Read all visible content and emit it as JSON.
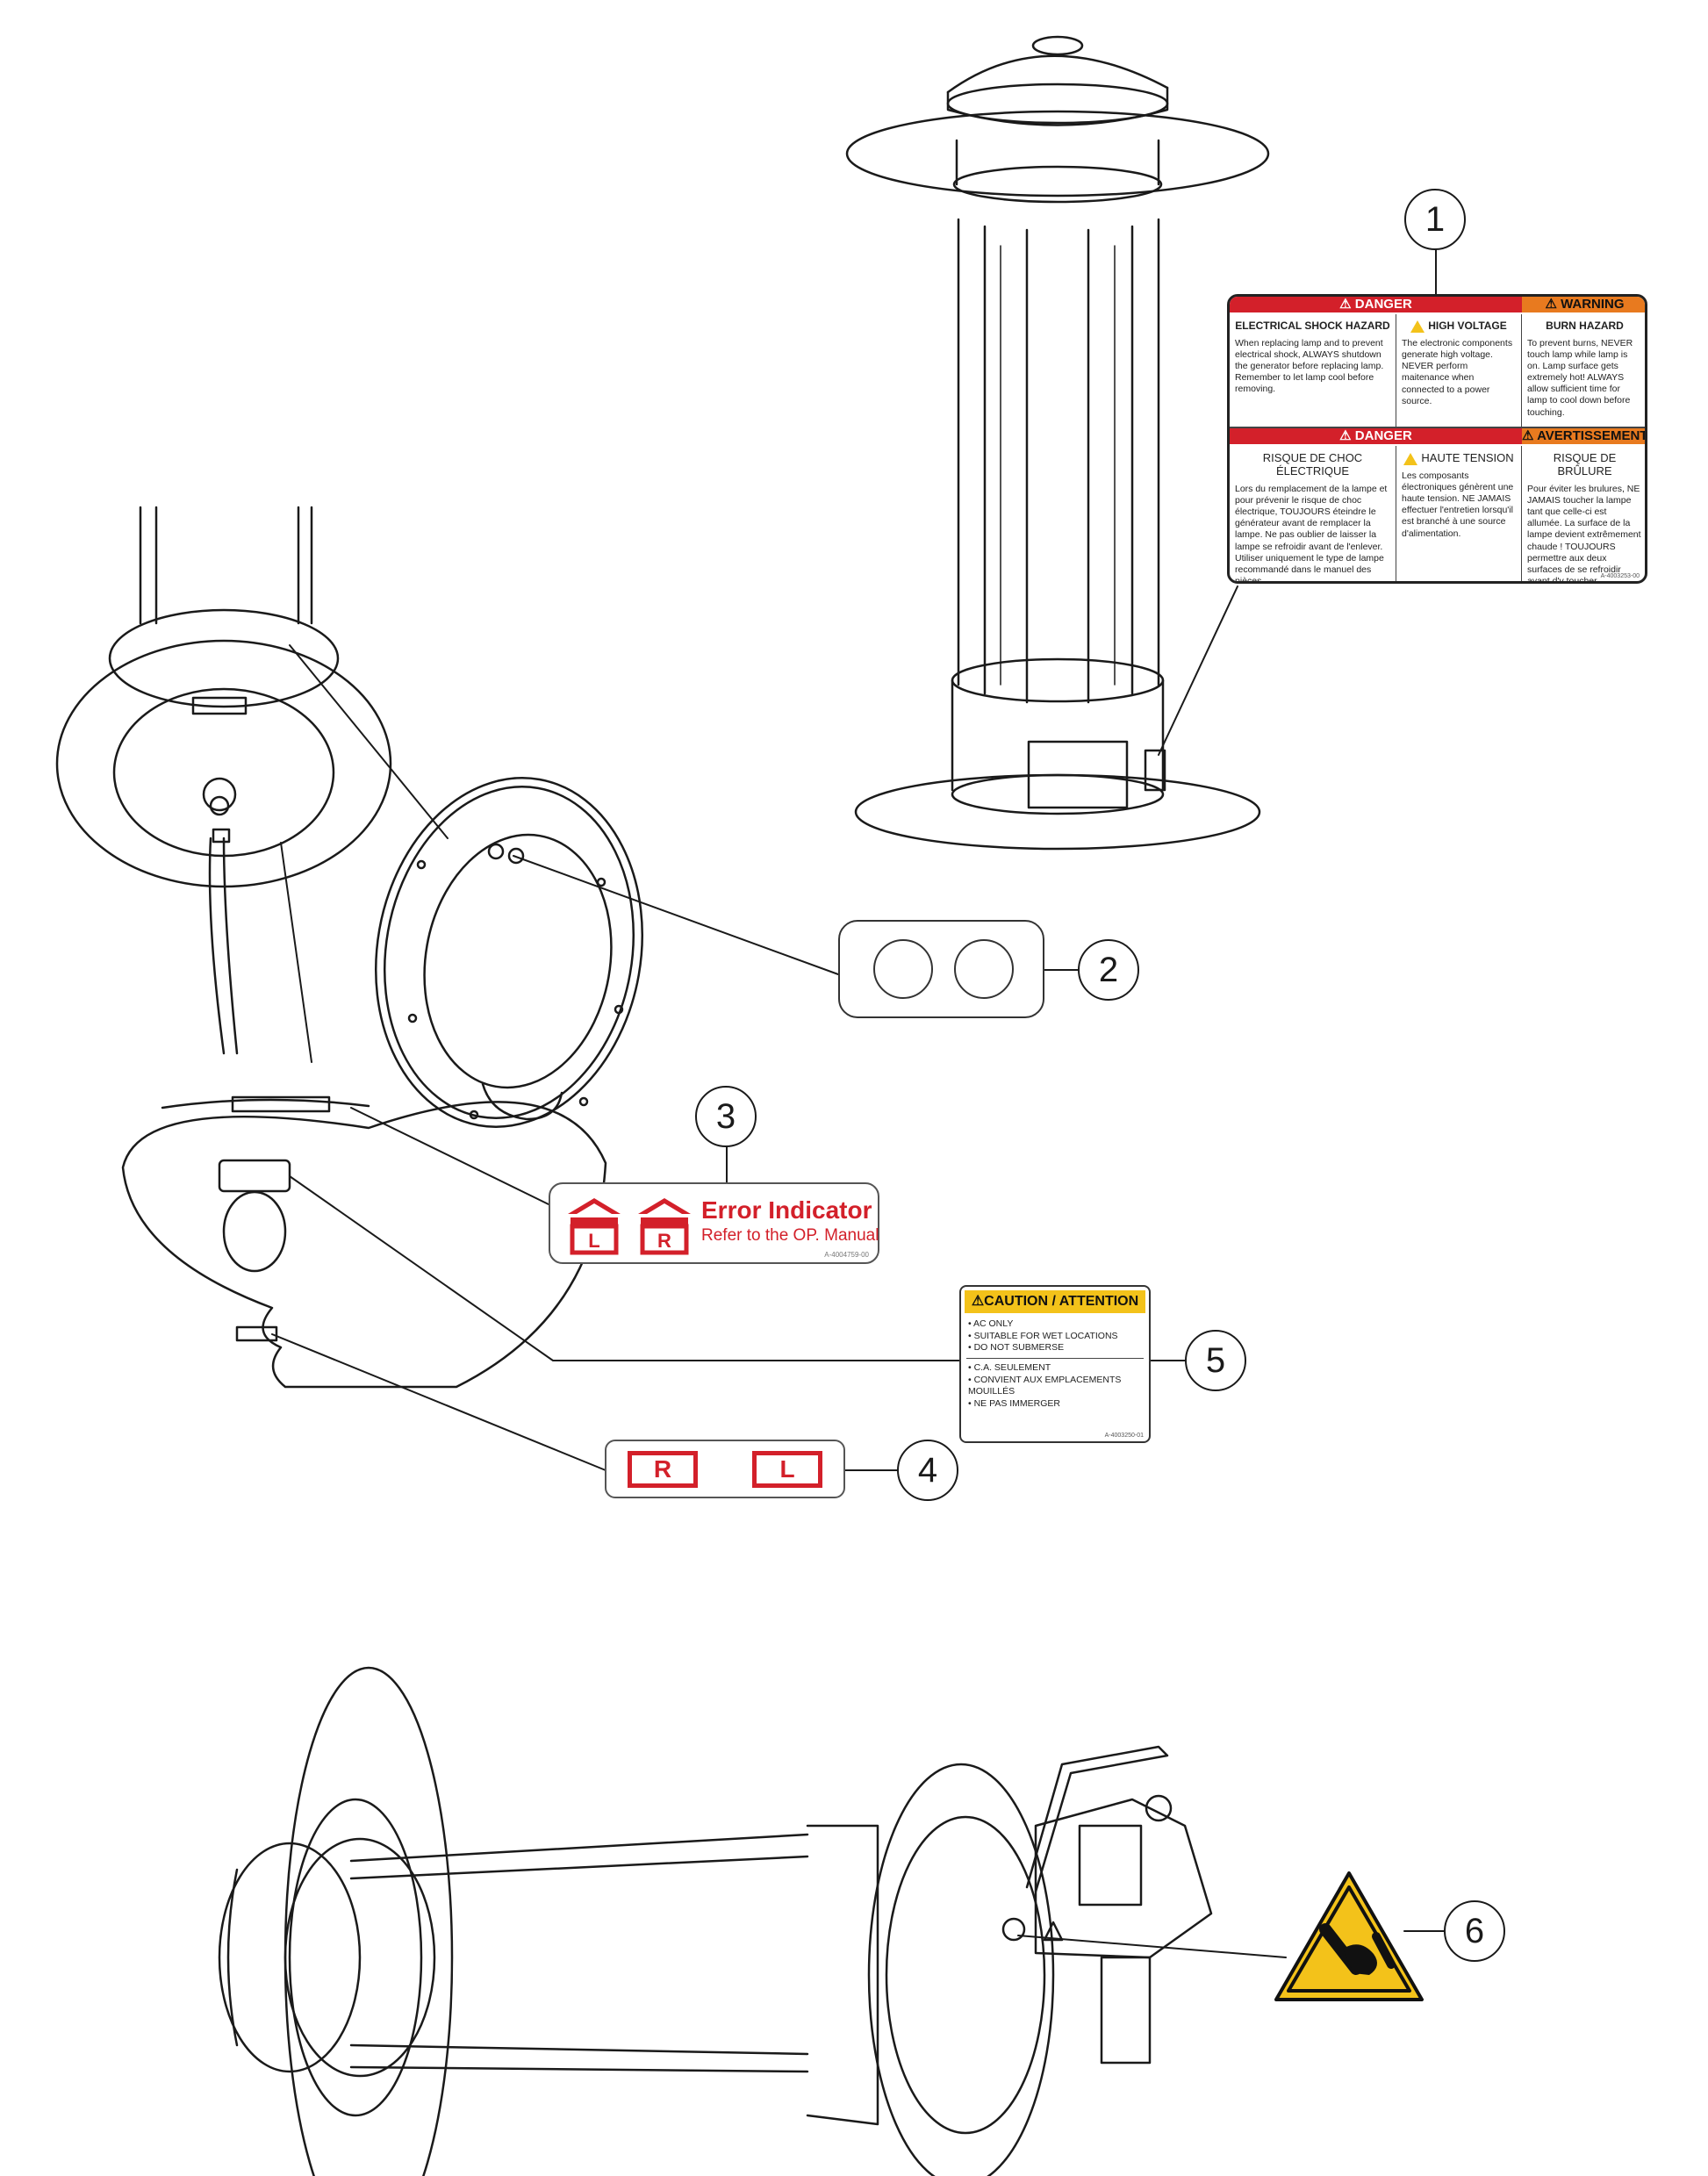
{
  "callouts": [
    {
      "id": "1",
      "label": "1"
    },
    {
      "id": "2",
      "label": "2"
    },
    {
      "id": "3",
      "label": "3"
    },
    {
      "id": "4",
      "label": "4"
    },
    {
      "id": "5",
      "label": "5"
    },
    {
      "id": "6",
      "label": "6"
    }
  ],
  "label1": {
    "en": {
      "danger_header": "DANGER",
      "warning_header": "WARNING",
      "col1_title": "ELECTRICAL SHOCK HAZARD",
      "col1_text": "When replacing lamp and to prevent electrical shock, ALWAYS shutdown the generator before replacing lamp. Remember to let lamp cool before removing.",
      "col2_title": "HIGH VOLTAGE",
      "col2_text": "The electronic components generate high voltage. NEVER perform maitenance when connected to a power source.",
      "col3_title": "BURN HAZARD",
      "col3_text": "To prevent burns, NEVER touch lamp while lamp is on. Lamp surface gets extremely hot! ALWAYS allow sufficient time for lamp to cool down before touching."
    },
    "fr": {
      "danger_header": "DANGER",
      "warning_header": "AVERTISSEMENT",
      "col1_title": "RISQUE DE CHOC ÉLECTRIQUE",
      "col1_text": "Lors du remplacement de la lampe et pour prévenir le risque de choc électrique, TOUJOURS éteindre le générateur avant de remplacer la lampe. Ne pas oublier de laisser la lampe se refroidir avant de l'enlever. Utiliser uniquement le type de lampe recommandé dans le manuel des pièces.",
      "col2_title": "HAUTE TENSION",
      "col2_text": "Les composants électroniques génèrent une haute tension. NE JAMAIS effectuer l'entretien lorsqu'il est branché à une source d'alimentation.",
      "col3_title": "RISQUE DE BRÛLURE",
      "col3_text": "Pour éviter les brulures, NE JAMAIS toucher la lampe tant que celle-ci est allumée. La surface de la lampe devient extrêmement chaude ! TOUJOURS permettre aux deux surfaces de se refroidir avant d'y toucher."
    },
    "part_code": "A-4003253-00"
  },
  "label3": {
    "title": "Error Indicator",
    "subtitle": "Refer to the OP. Manual",
    "left_letter": "L",
    "right_letter": "R",
    "part_code": "A-4004759-00"
  },
  "label4": {
    "left_letter": "R",
    "right_letter": "L"
  },
  "label5": {
    "header": "CAUTION / ATTENTION",
    "en_items": [
      "AC ONLY",
      "SUITABLE FOR WET LOCATIONS",
      "DO NOT SUBMERSE"
    ],
    "fr_items": [
      "C.A. SEULEMENT",
      "CONVIENT AUX EMPLACEMENTS MOUILLÉS",
      "NE PAS IMMERGER"
    ],
    "part_code": "A-4003250-01"
  },
  "colors": {
    "danger_red": "#d3202a",
    "warning_orange": "#e87a1f",
    "caution_yellow": "#f3c21a",
    "line": "#1a1a1a"
  },
  "icons": [
    "high-voltage-triangle-icon",
    "electrical-shock-hand-icon",
    "burn-hand-icon",
    "crush-hazard-icon",
    "house-l-icon",
    "house-r-icon"
  ]
}
